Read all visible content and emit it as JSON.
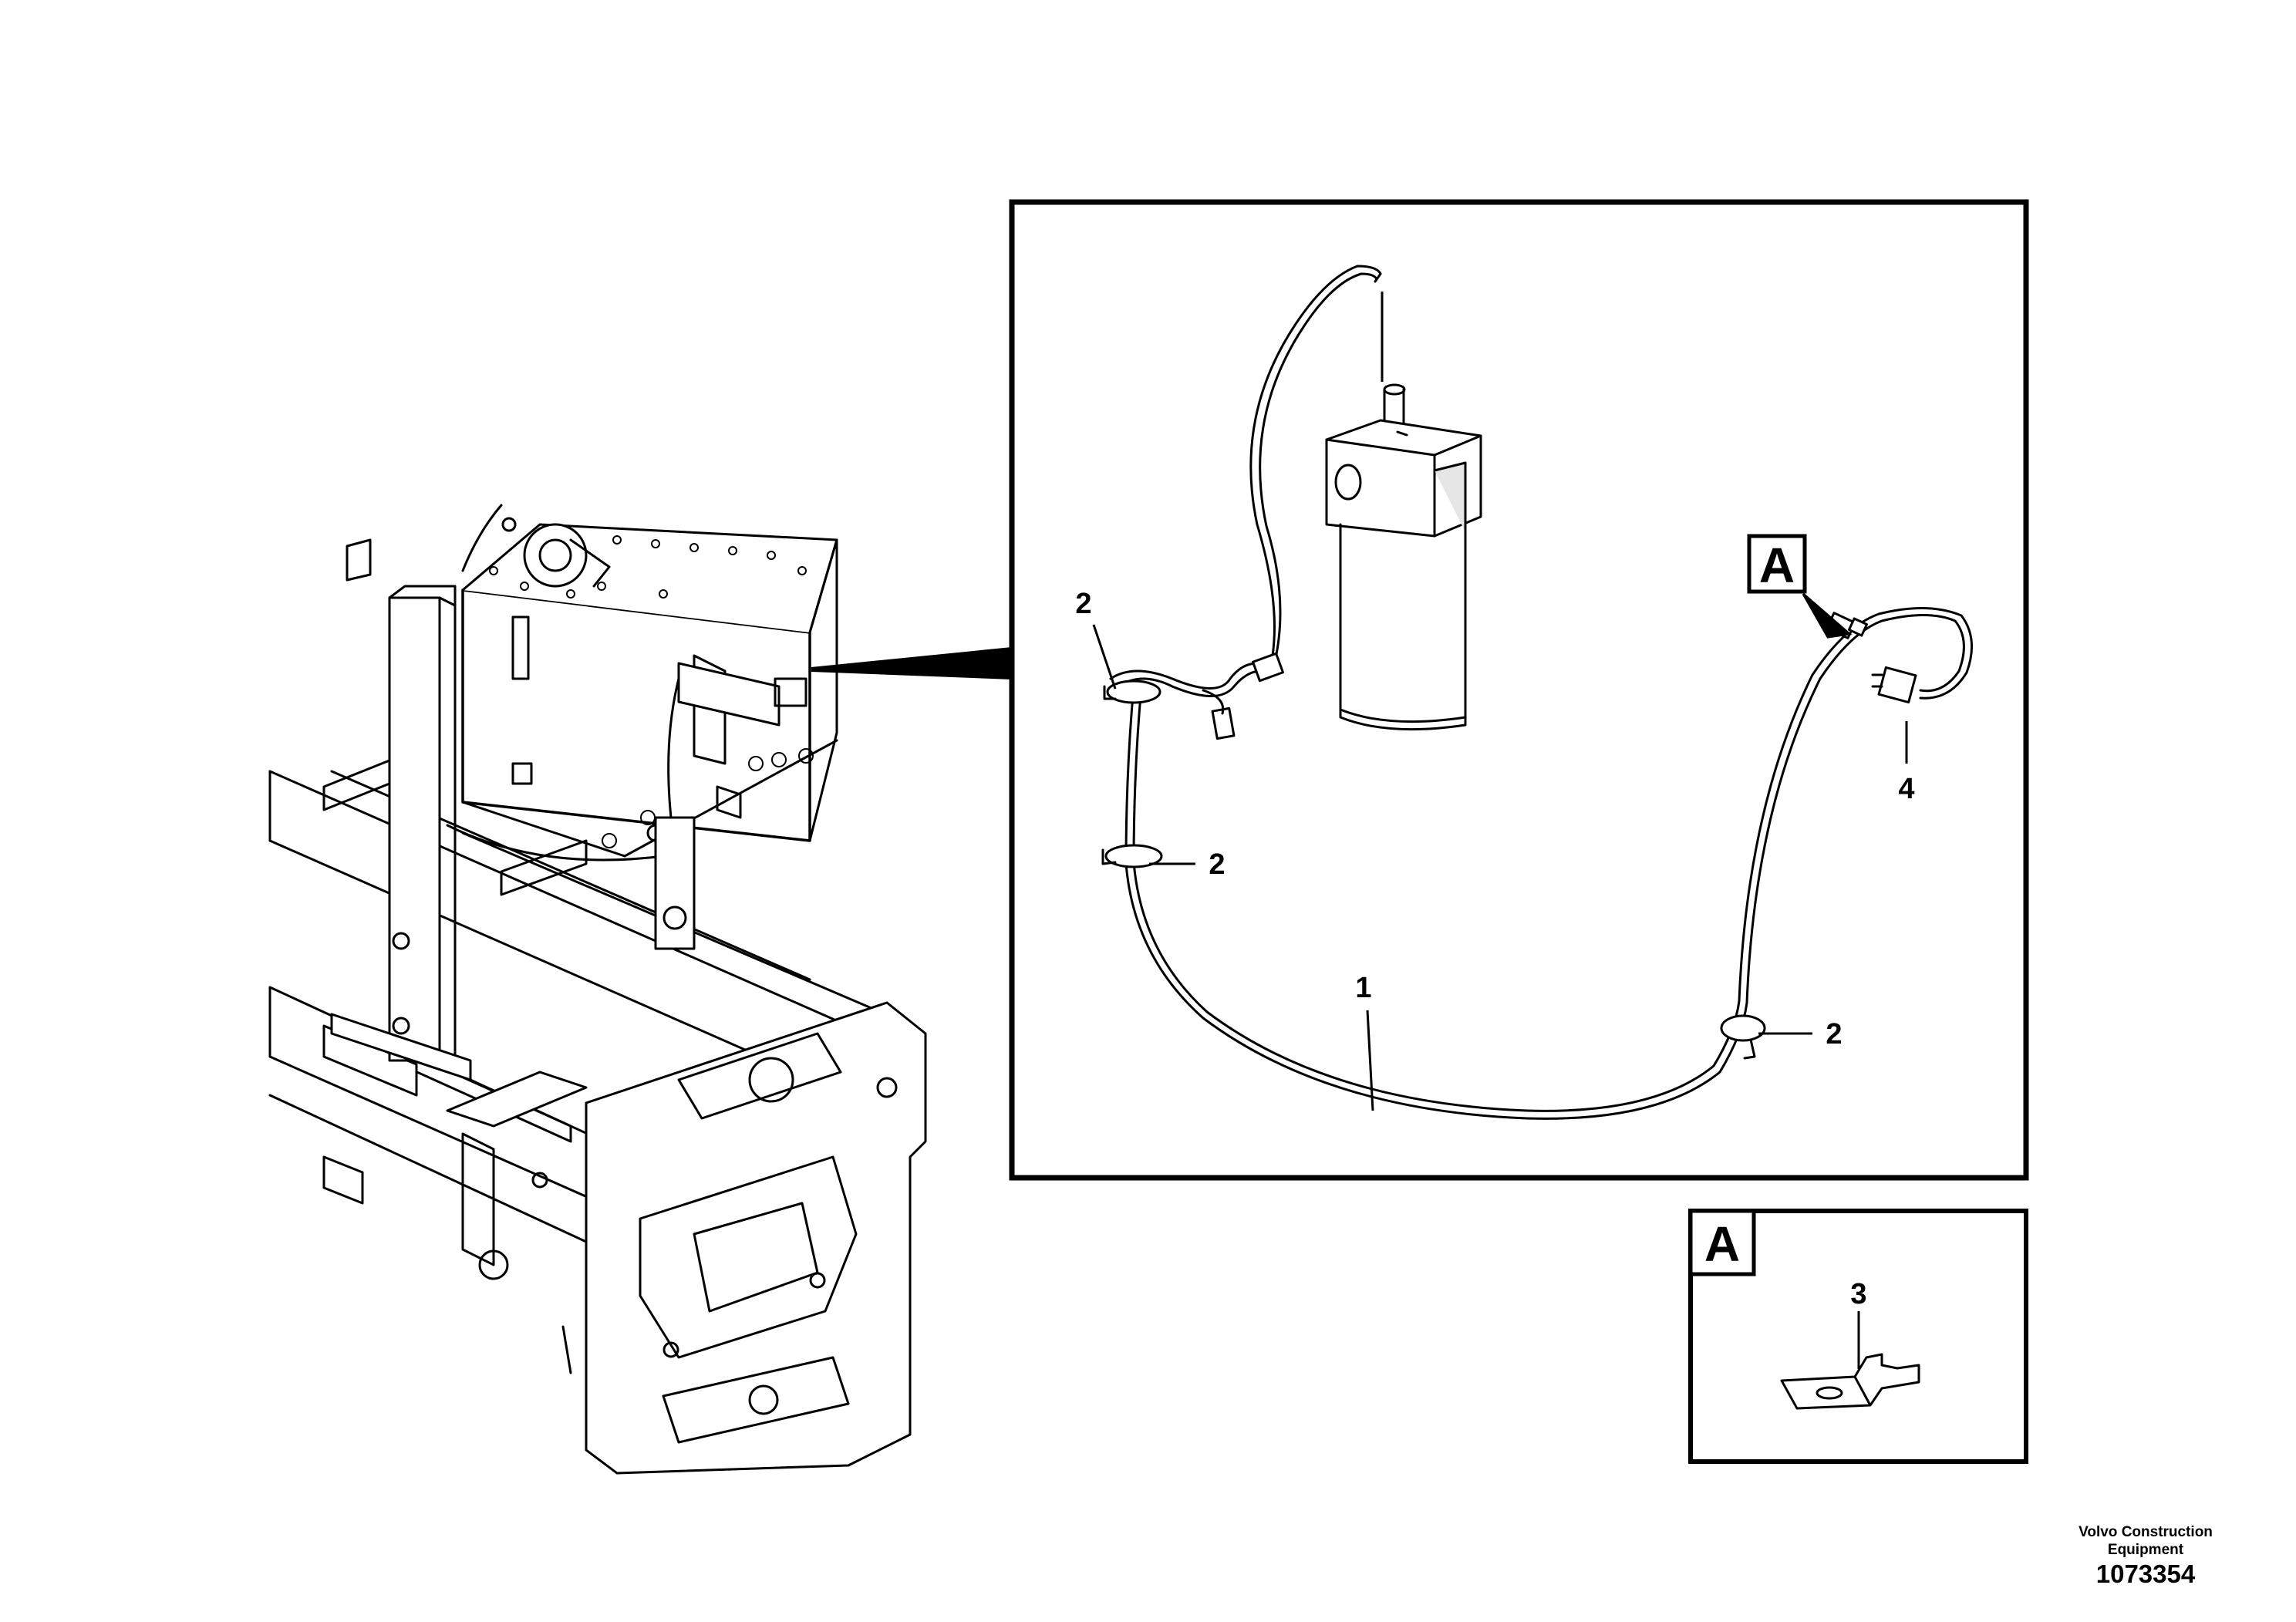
{
  "callouts": {
    "hose": "1",
    "clamp": "2",
    "bracket": "3",
    "sensor": "4"
  },
  "detail_view": {
    "letter": "A"
  },
  "footer": {
    "brand": "Volvo Construction Equipment",
    "number": "1073354"
  },
  "colors": {
    "line": "#000000",
    "background": "#ffffff",
    "shade": "#d8d8d8"
  }
}
